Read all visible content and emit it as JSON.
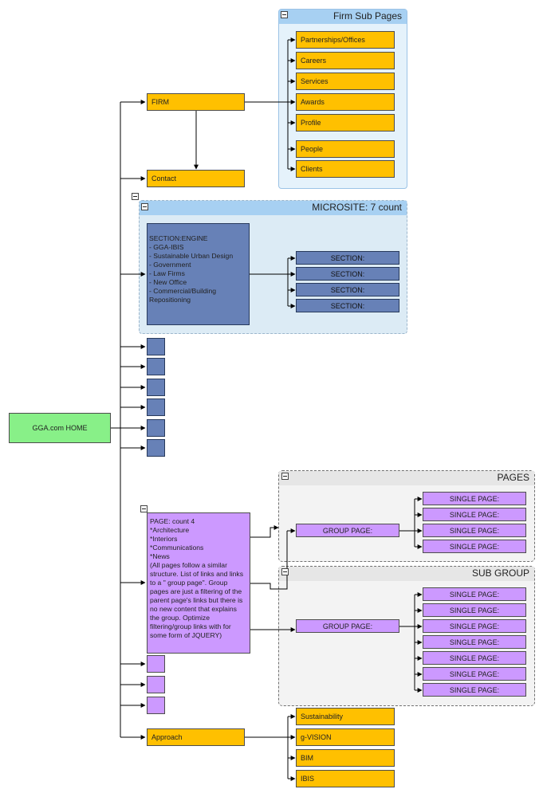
{
  "home": {
    "label": "GGA.com HOME"
  },
  "firm": {
    "label": "FIRM"
  },
  "contact": {
    "label": "Contact"
  },
  "firm_sub_pages": {
    "title": "Firm Sub Pages",
    "items": [
      "Partnerships/Offices",
      "Careers",
      "Services",
      "Awards",
      "Profile",
      "People",
      "Clients"
    ]
  },
  "microsite": {
    "title": "MICROSITE: 7 count",
    "engine_text": "SECTION:ENGINE\n- GGA-IBIS\n- Sustainable Urban Design\n- Government\n- Law Firms\n- New Office\n- Commercial/Building Repositioning",
    "sections": [
      "SECTION:",
      "SECTION:",
      "SECTION:",
      "SECTION:"
    ]
  },
  "page_note": {
    "text": "PAGE: count 4\n*Architecture\n*Interiors\n*Communications\n*News\n(All pages follow a similar structure. List of links and links to a \" group page\".  Group pages are just a filtering of the parent page's links but there is no new content that explains the group.  Optimize filtering/group links  with  for some form of JQUERY)"
  },
  "pages_group": {
    "title": "PAGES",
    "group_page": "GROUP PAGE:",
    "single_pages": [
      "SINGLE PAGE:",
      "SINGLE PAGE:",
      "SINGLE PAGE:",
      "SINGLE PAGE:"
    ]
  },
  "sub_group": {
    "title": "SUB GROUP",
    "group_page": "GROUP PAGE:",
    "single_pages": [
      "SINGLE PAGE:",
      "SINGLE PAGE:",
      "SINGLE PAGE:",
      "SINGLE PAGE:",
      "SINGLE PAGE:",
      "SINGLE PAGE:",
      "SINGLE PAGE:"
    ]
  },
  "approach": {
    "label": "Approach",
    "items": [
      "Sustainability",
      "g-VISION",
      "BIM",
      "IBIS"
    ]
  },
  "colors": {
    "orange": "#ffc000",
    "green": "#88f088",
    "blue_box": "#6781b7",
    "purple": "#cc99ff",
    "panel_blue": "#a7d0f2"
  }
}
